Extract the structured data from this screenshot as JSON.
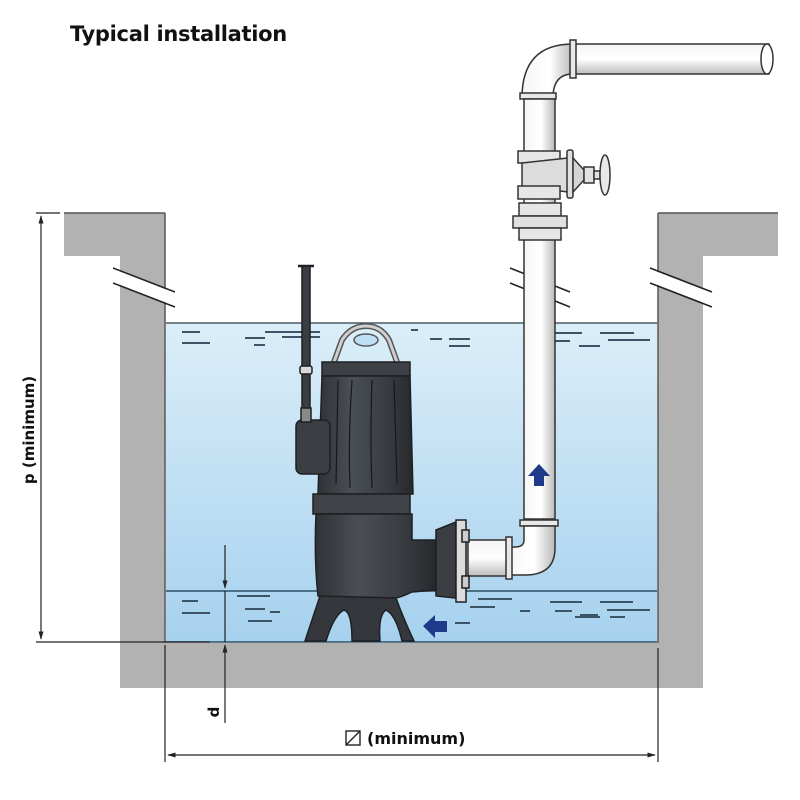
{
  "title": "Typical installation",
  "labels": {
    "height_dimension": "p (minimum)",
    "depth_dimension": "d",
    "width_dimension": "(minimum)",
    "width_symbol": "square-with-diagonal"
  },
  "parts": {
    "sump_walls": "concrete-pit",
    "pump": "submersible-grinder-pump",
    "cable": "power-cable",
    "discharge_pipe": "discharge-pipe",
    "valve": "gate-valve",
    "flow_arrows": [
      "intake-arrow",
      "discharge-arrow"
    ]
  },
  "colors": {
    "wall": "#b2b2b2",
    "wall_edge": "#555555",
    "water_top": "#d8ecf8",
    "water_bottom": "#a9d3ef",
    "water_line": "#2f4f63",
    "pump_body": "#3b3f44",
    "pump_highlight": "#6a7077",
    "pipe": "#eeeeee",
    "pipe_edge": "#333333",
    "arrow": "#1f3a8a",
    "dimension": "#222222"
  }
}
